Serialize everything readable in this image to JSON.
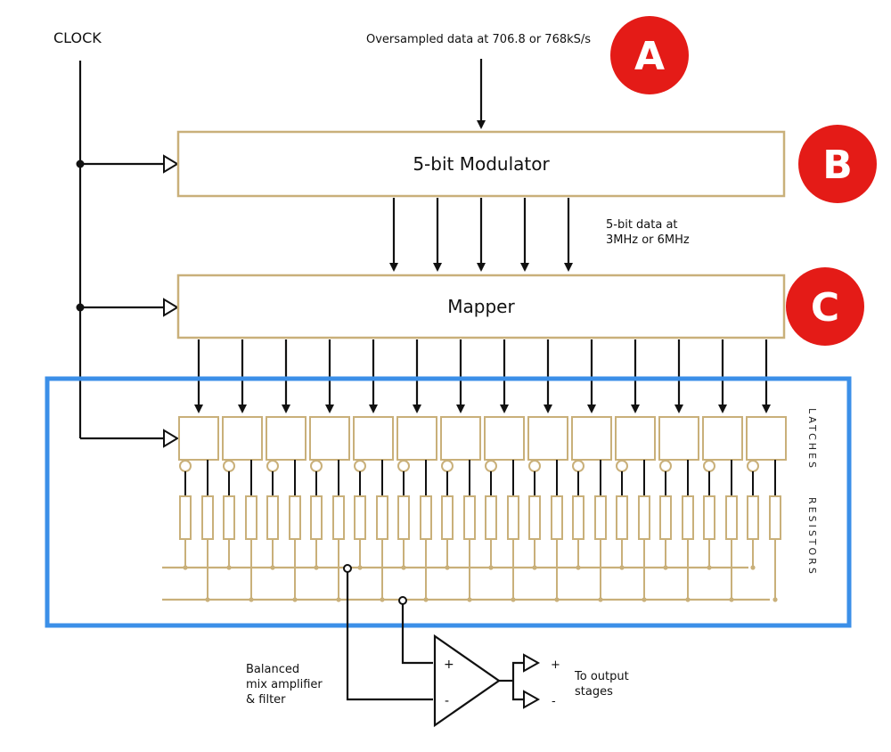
{
  "clock_label": "CLOCK",
  "input_label": "Oversampled data at 706.8 or 768kS/s",
  "modulator_label": "5-bit Modulator",
  "data_rate_label": [
    "5-bit data at",
    "3MHz or 6MHz"
  ],
  "mapper_label": "Mapper",
  "latches_label": "LATCHES",
  "resistors_label": "RESISTORS",
  "amplifier_label": [
    "Balanced",
    "mix amplifier",
    "& filter"
  ],
  "output_label": [
    "To output",
    "stages"
  ],
  "plus_sign": "+",
  "minus_sign": "-",
  "badges": [
    {
      "text": "A",
      "color": "#e41b17"
    },
    {
      "text": "B",
      "color": "#e41b17"
    },
    {
      "text": "C",
      "color": "#e41b17"
    }
  ],
  "colors": {
    "block_outline": "#c9b07a",
    "wire": "#111111",
    "highlight": "#3b8fe8",
    "badge": "#e41b17"
  },
  "latch_count": 14
}
